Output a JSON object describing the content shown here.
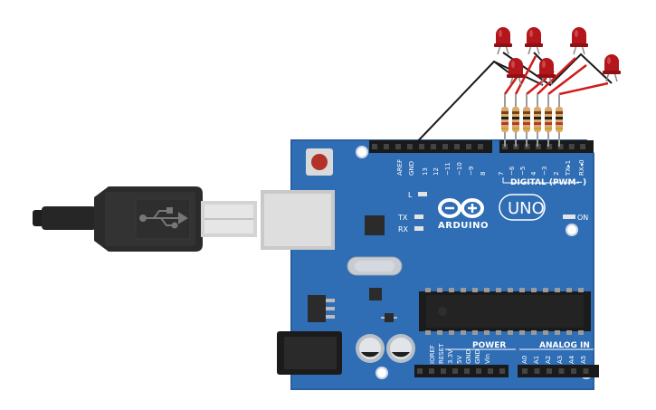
{
  "board": {
    "brand": "ARDUINO",
    "model": "UNO",
    "on_label": "ON",
    "led_l": "L",
    "led_tx": "TX",
    "led_rx": "RX",
    "digital_title": "DIGITAL (PWM~)",
    "power_title": "POWER",
    "analog_title": "ANALOG IN",
    "top_pins": [
      "AREF",
      "GND",
      "13",
      "12",
      "~11",
      "~10",
      "~9",
      "8",
      "7",
      "~6",
      "~5",
      "4",
      "~3",
      "2",
      "TX▸1",
      "RX◂0"
    ],
    "power_pins": [
      "IOREF",
      "RESET",
      "3.3V",
      "5V",
      "GND",
      "GND",
      "Vin"
    ],
    "analog_pins": [
      "A0",
      "A1",
      "A2",
      "A3",
      "A4",
      "A5"
    ]
  },
  "components": {
    "led_count": 6,
    "led_color": "#b3161b",
    "resistor_count": 6,
    "usb_cable_color": "#2b2b2b",
    "board_color": "#2f6db5"
  }
}
